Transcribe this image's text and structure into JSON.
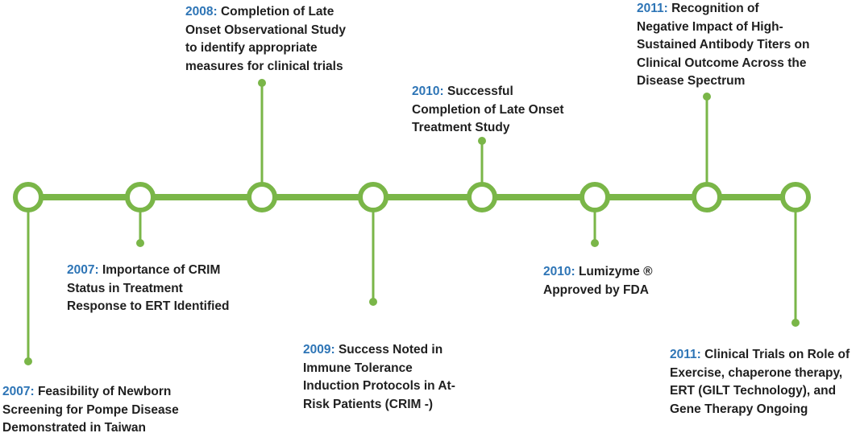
{
  "colors": {
    "timeline": "#7ab648",
    "year": "#2e75b6",
    "text": "#1f1f1f",
    "background": "#ffffff"
  },
  "events": [
    {
      "id": "2007-newborn-screening",
      "year": "2007:",
      "lines": [
        "Feasibility of Newborn",
        "Screening for Pompe Disease",
        "Demonstrated in Taiwan"
      ]
    },
    {
      "id": "2007-crim-status",
      "year": "2007:",
      "lines": [
        "Importance of CRIM",
        "Status in Treatment",
        "Response to ERT Identified"
      ]
    },
    {
      "id": "2008-observational-study",
      "year": "2008:",
      "lines": [
        "Completion of Late",
        "Onset Observational Study",
        "to identify appropriate",
        "measures for clinical trials"
      ]
    },
    {
      "id": "2009-immune-tolerance",
      "year": "2009:",
      "lines": [
        "Success Noted in",
        "Immune Tolerance",
        "Induction Protocols in At-",
        "Risk Patients  (CRIM -)"
      ]
    },
    {
      "id": "2010-treatment-study",
      "year": "2010:",
      "lines": [
        "Successful",
        "Completion of Late Onset",
        "Treatment Study"
      ]
    },
    {
      "id": "2010-lumizyme",
      "year": "2010:",
      "lines": [
        "Lumizyme ®",
        "Approved by FDA"
      ]
    },
    {
      "id": "2011-antibody-titers",
      "year": "2011:",
      "lines": [
        "Recognition of",
        "Negative Impact of High-",
        "Sustained Antibody Titers on",
        "Clinical Outcome Across the",
        "Disease Spectrum"
      ]
    },
    {
      "id": "2011-clinical-trials",
      "year": "2011:",
      "lines": [
        "Clinical Trials on Role of",
        "Exercise, chaperone therapy,",
        "ERT (GILT Technology), and",
        "Gene Therapy Ongoing"
      ]
    }
  ]
}
